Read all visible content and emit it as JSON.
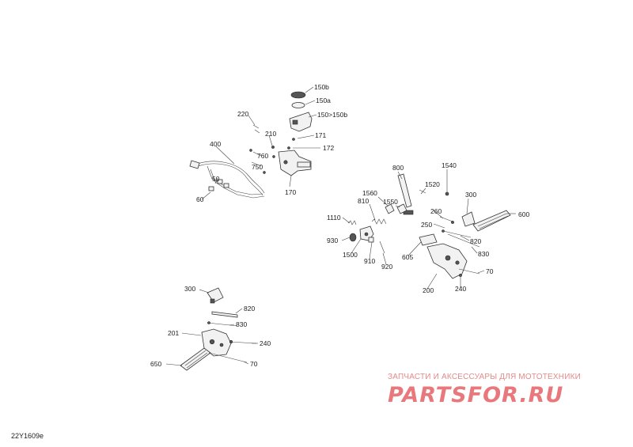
{
  "labels": {
    "l150b": "150b",
    "l150a": "150a",
    "l150": "150>150b",
    "l220": "220",
    "l210": "210",
    "l171": "171",
    "l172": "172",
    "l400": "400",
    "l760": "760",
    "l750": "750",
    "l50": "50",
    "l60": "60",
    "l170": "170",
    "l800": "800",
    "l1540": "1540",
    "l1520": "1520",
    "l300a": "300",
    "l1560": "1560",
    "l810": "810",
    "l1550": "1550",
    "l260": "260",
    "l600": "600",
    "l1110": "1110",
    "l250": "250",
    "l930": "930",
    "l820a": "820",
    "l1500": "1500",
    "l910": "910",
    "l920": "920",
    "l605": "605",
    "l830a": "830",
    "l70a": "70",
    "l200": "200",
    "l240a": "240",
    "l300b": "300",
    "l820b": "820",
    "l830b": "830",
    "l201": "201",
    "l240b": "240",
    "l650": "650",
    "l70b": "70"
  },
  "diagram_code": "22Y1609e",
  "watermark": {
    "tagline": "ЗАПЧАСТИ И АКСЕССУАРЫ ДЛЯ МОТОТЕХНИКИ",
    "logo": "PARTSFOR.RU"
  }
}
